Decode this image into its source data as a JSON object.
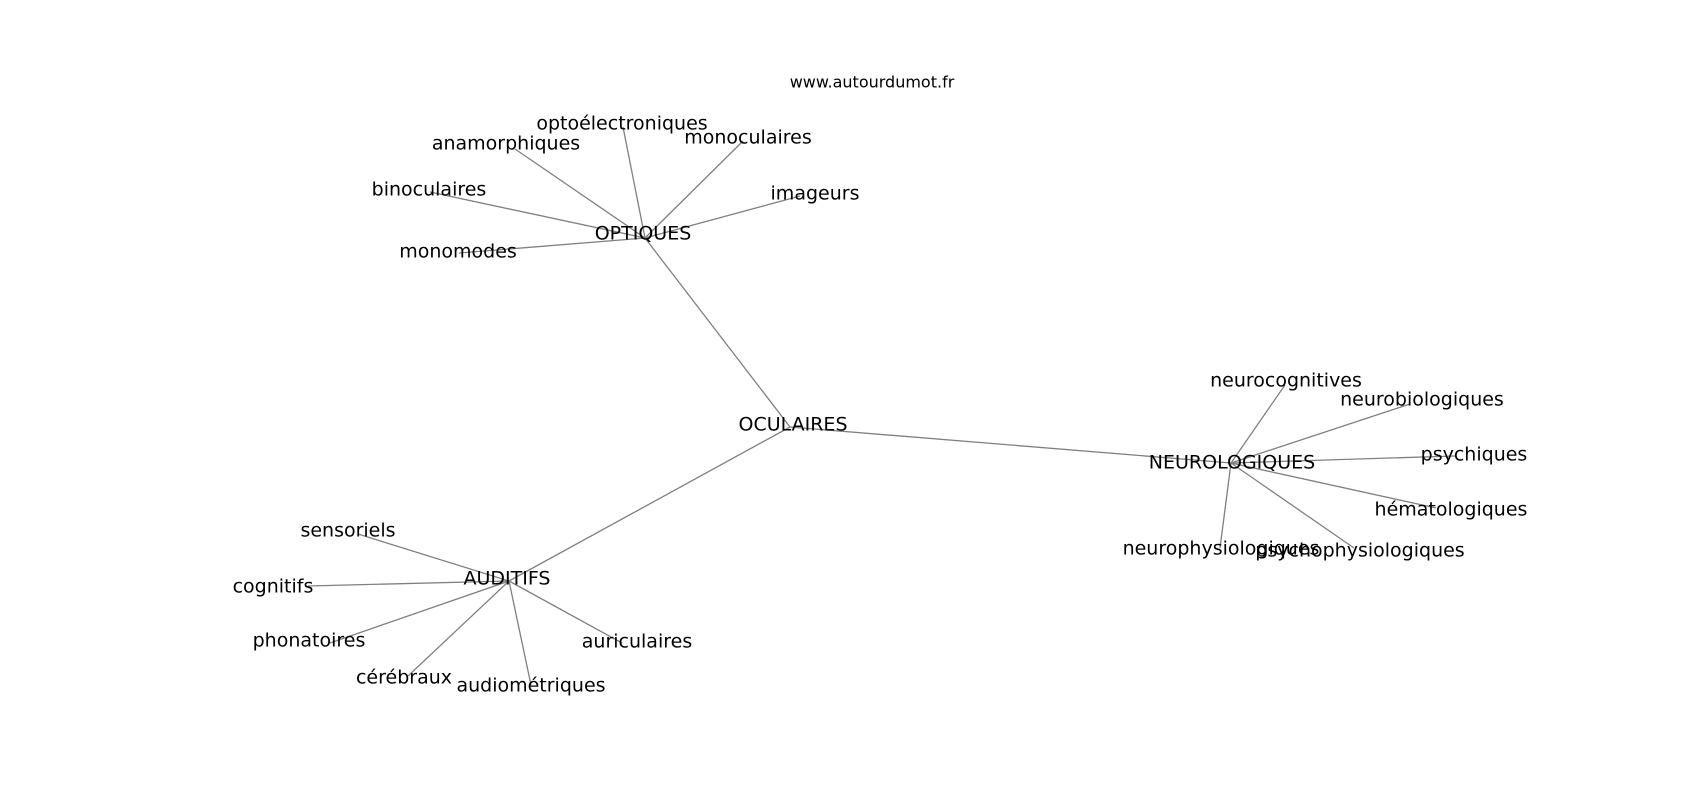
{
  "site": "www.autourdumot.fr",
  "graph": {
    "center": "OCULAIRES",
    "groups": [
      {
        "hub": "OPTIQUES",
        "leaves": [
          "optoélectroniques",
          "anamorphiques",
          "monoculaires",
          "binoculaires",
          "imageurs",
          "monomodes"
        ]
      },
      {
        "hub": "NEUROLOGIQUES",
        "leaves": [
          "neurocognitives",
          "neurobiologiques",
          "psychiques",
          "hématologiques",
          "neurophysiologiques",
          "psychophysiologiques"
        ]
      },
      {
        "hub": "AUDITIFS",
        "leaves": [
          "sensoriels",
          "cognitifs",
          "phonatoires",
          "cérébraux",
          "audiométriques",
          "auriculaires"
        ]
      }
    ]
  }
}
